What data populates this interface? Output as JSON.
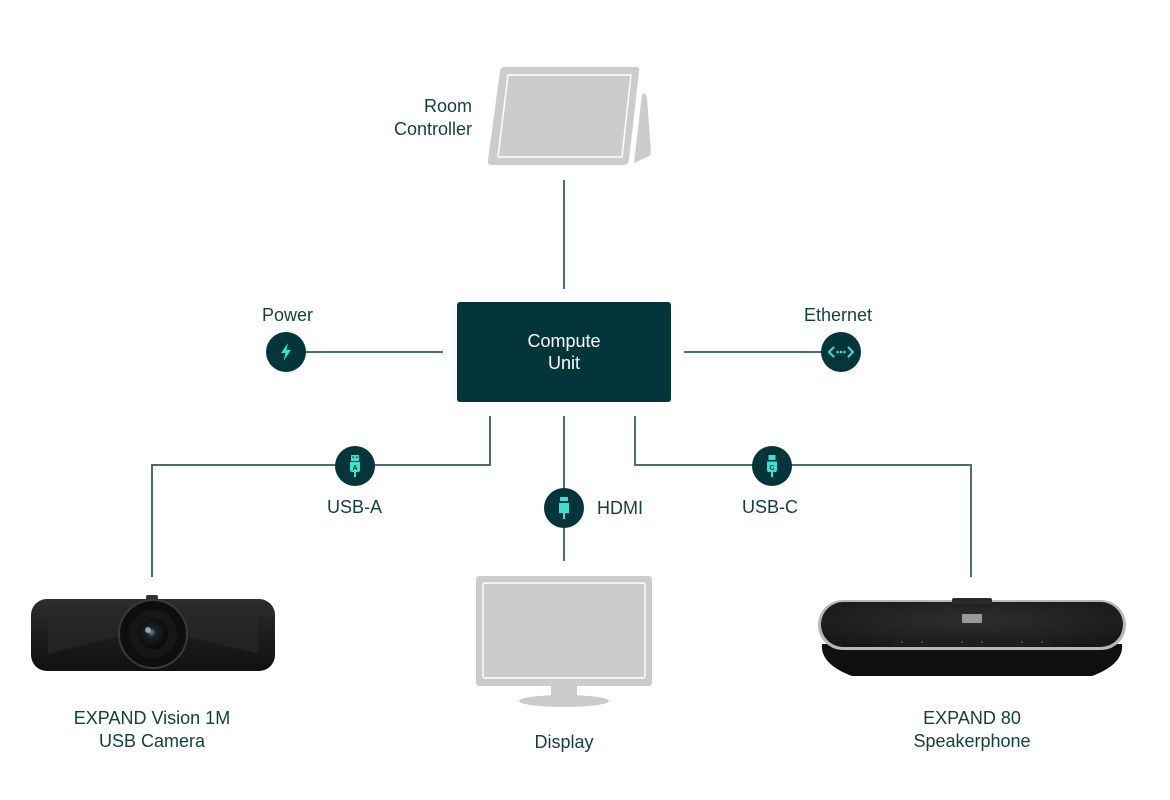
{
  "diagram": {
    "compute_unit": {
      "line1": "Compute",
      "line2": "Unit"
    },
    "room_controller": {
      "line1": "Room",
      "line2": "Controller"
    },
    "connections": {
      "power": {
        "label": "Power",
        "icon": "lightning-bolt-icon"
      },
      "ethernet": {
        "label": "Ethernet",
        "icon": "network-arrows-icon"
      },
      "usb_a": {
        "label": "USB-A",
        "icon": "usb-a-plug-icon"
      },
      "hdmi": {
        "label": "HDMI",
        "icon": "hdmi-plug-icon"
      },
      "usb_c": {
        "label": "USB-C",
        "icon": "usb-c-plug-icon"
      }
    },
    "devices": {
      "camera": {
        "line1": "EXPAND Vision 1M",
        "line2": "USB Camera"
      },
      "display": {
        "label": "Display"
      },
      "speakerphone": {
        "line1": "EXPAND 80",
        "line2": "Speakerphone"
      }
    },
    "colors": {
      "primary_dark": "#04353a",
      "accent": "#3fe0d0",
      "wire": "#4a6e6e",
      "device_gray": "#cccccc"
    }
  }
}
